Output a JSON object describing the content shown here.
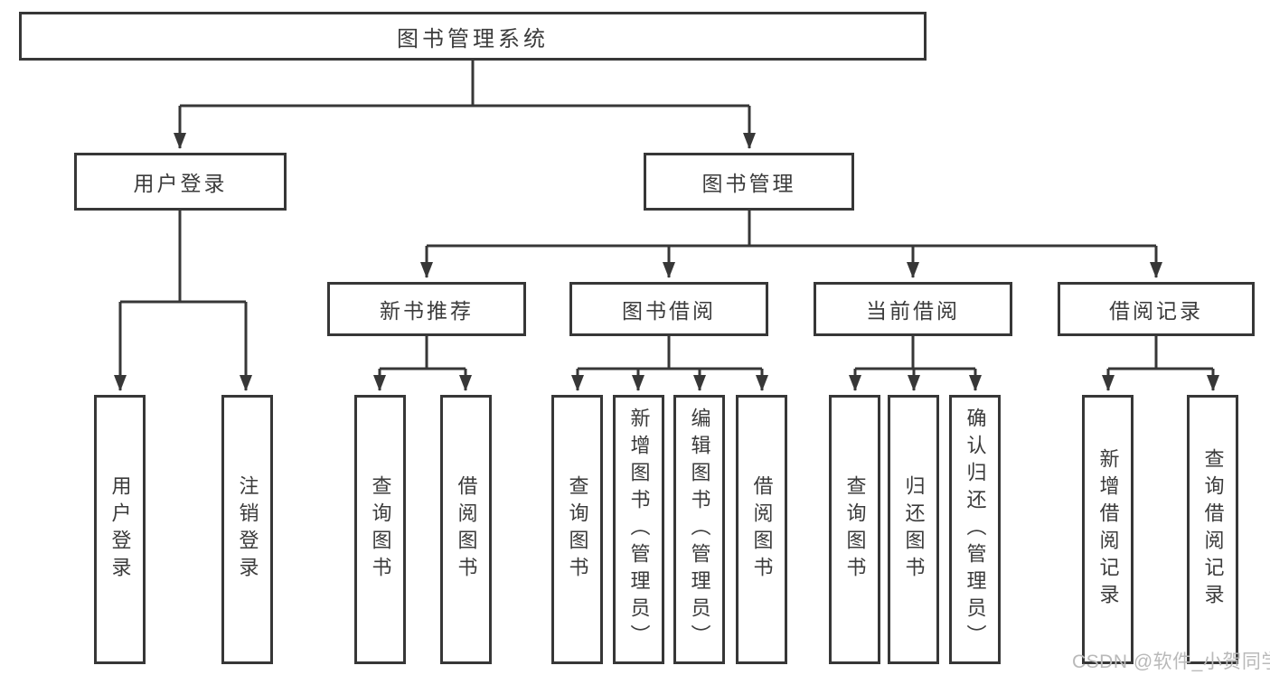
{
  "tree": {
    "root": {
      "label": "图书管理系统"
    },
    "branches": [
      {
        "label": "用户登录",
        "leaves": [
          "用户登录",
          "注销登录"
        ]
      },
      {
        "label": "图书管理",
        "sections": [
          {
            "label": "新书推荐",
            "leaves": [
              "查询图书",
              "借阅图书"
            ]
          },
          {
            "label": "图书借阅",
            "leaves": [
              "查询图书",
              "新增图书（管理员）",
              "编辑图书（管理员）",
              "借阅图书"
            ]
          },
          {
            "label": "当前借阅",
            "leaves": [
              "查询图书",
              "归还图书",
              "确认归还（管理员）"
            ]
          },
          {
            "label": "借阅记录",
            "leaves": [
              "新增借阅记录",
              "查询借阅记录"
            ]
          }
        ]
      }
    ]
  },
  "watermark": {
    "text": "CSDN @软件_小贺同学"
  },
  "colors": {
    "line": "#373737",
    "text": "#3b3b3b",
    "watermark": "#b9b9b9",
    "background": "#ffffff"
  }
}
